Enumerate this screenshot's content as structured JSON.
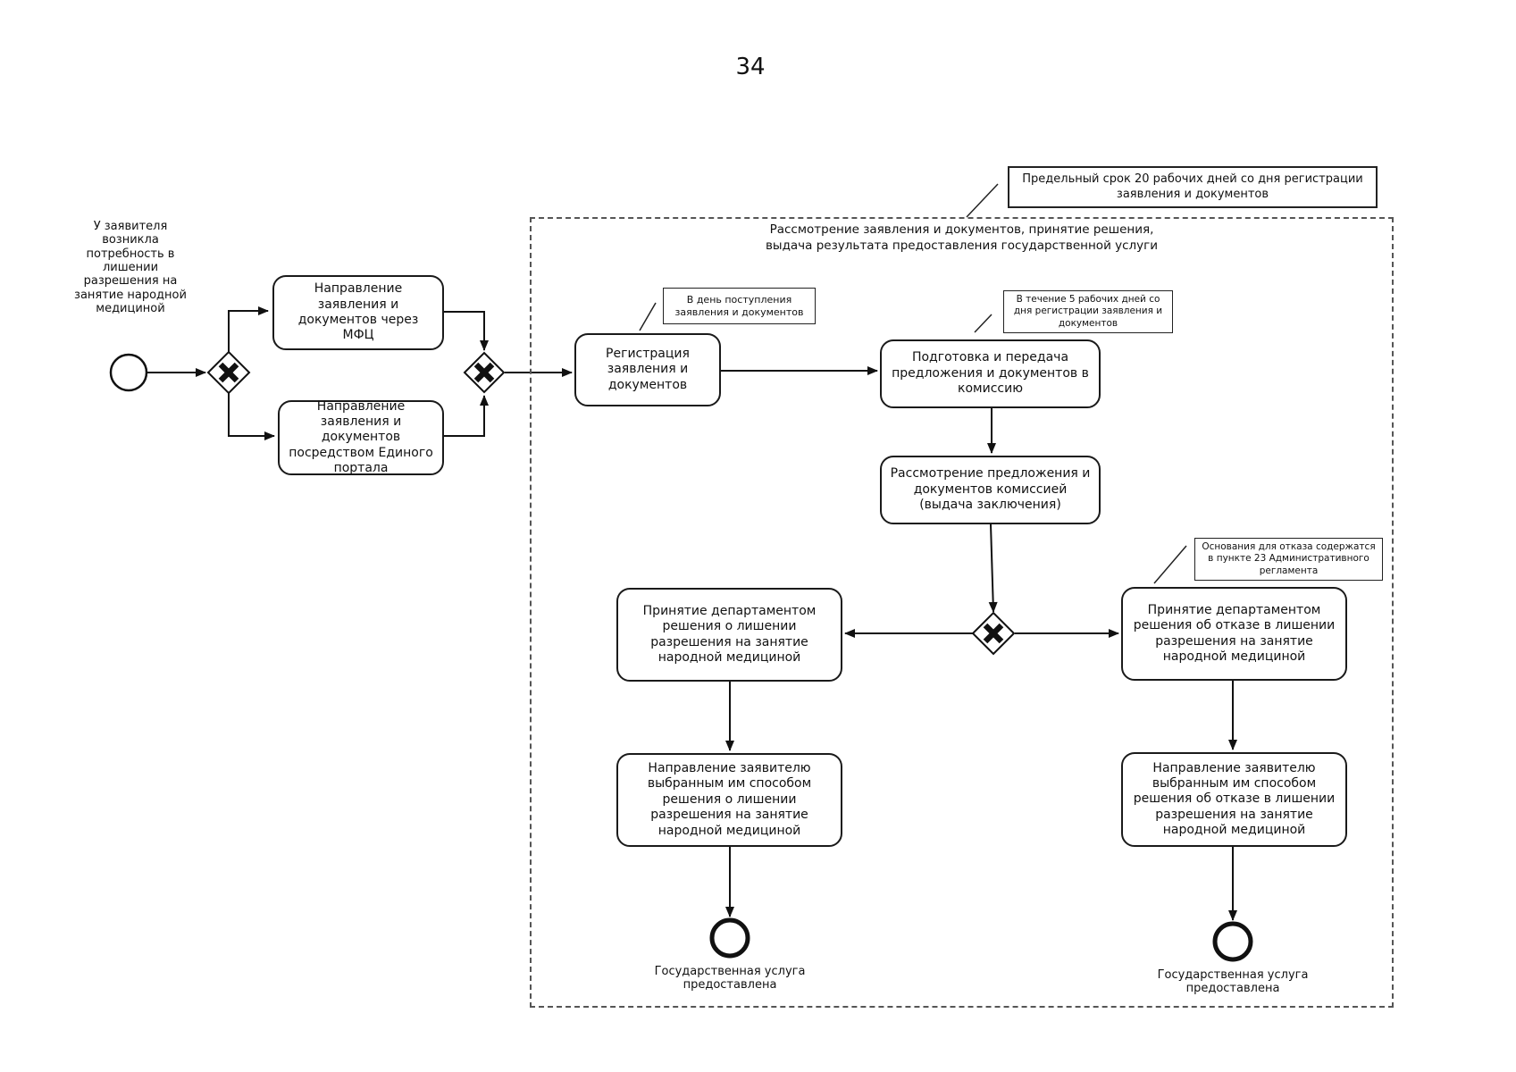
{
  "page": {
    "number": "34"
  },
  "start_event": {
    "label": "У заявителя возникла потребность в лишении разрешения на занятие народной медициной"
  },
  "subprocess": {
    "title_line1": "Рассмотрение заявления и документов, принятие решения,",
    "title_line2": "выдача результата предоставления государственной услуги"
  },
  "annotations": {
    "overall_deadline": "Предельный срок 20 рабочих дней со дня регистрации заявления и документов",
    "registration_deadline": "В день поступления заявления и документов",
    "preparation_deadline": "В течение 5 рабочих дней со дня регистрации заявления и документов",
    "refusal_grounds": "Основания для отказа содержатся в пункте 23 Административного регламента"
  },
  "tasks": {
    "send_mfc": "Направление заявления и документов через МФЦ",
    "send_portal": "Направление заявления и документов посредством Единого портала",
    "registration": "Регистрация заявления и документов",
    "preparation": "Подготовка и передача предложения и документов в комиссию",
    "commission_review": "Рассмотрение предложения и документов комиссией (выдача заключения)",
    "decision_revoke": "Принятие департаментом решения о лишении разрешения на занятие народной медициной",
    "decision_refuse": "Принятие департаментом решения об отказе в лишении разрешения на занятие народной медициной",
    "notify_revoke": "Направление заявителю выбранным им способом решения о лишении разрешения на занятие народной медициной",
    "notify_refuse": "Направление заявителю выбранным им способом решения об отказе в лишении разрешения на занятие народной медициной"
  },
  "end_events": {
    "left_label": "Государственная услуга предоставлена",
    "right_label": "Государственная услуга предоставлена"
  },
  "colors": {
    "line": "#111111",
    "dashed_border": "#555555"
  }
}
